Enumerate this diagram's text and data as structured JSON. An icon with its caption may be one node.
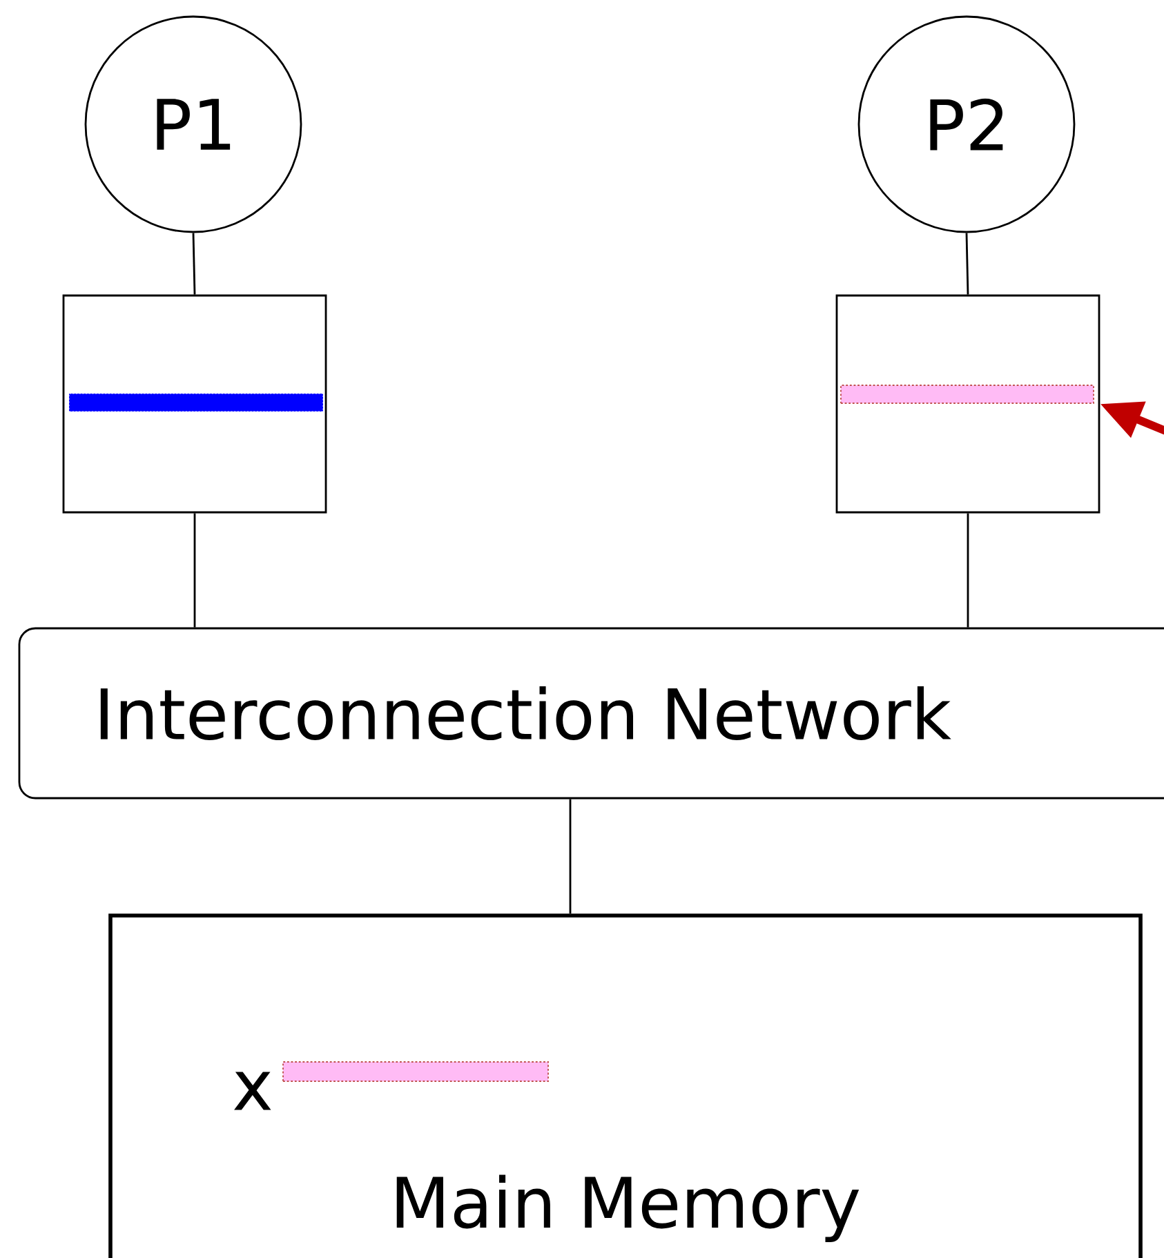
{
  "diagram": {
    "nodes": [
      {
        "text": [
          "P1"
        ]
      },
      {
        "text": [
          "P2"
        ]
      },
      {
        "text": [],
        "shape": "box"
      },
      {
        "text": [],
        "shape": "box"
      },
      {
        "text": [
          "Interconnection Network"
        ]
      },
      {
        "text": [
          "Main Memory"
        ]
      },
      {
        "text": [],
        "shape": "bar",
        "in": 2
      },
      {
        "text": [],
        "shape": "bar",
        "in": 3
      },
      {
        "text": [],
        "shape": "bar",
        "in": 5
      }
    ],
    "edges": [
      {
        "from": 0,
        "to": 2,
        "arrow": "none"
      },
      {
        "from": 1,
        "to": 3,
        "arrow": "none"
      },
      {
        "from": 2,
        "to": 4,
        "arrow": "none"
      },
      {
        "from": 3,
        "to": 4,
        "arrow": "none"
      },
      {
        "from": 4,
        "to": 5,
        "arrow": "none"
      },
      {
        "from": null,
        "to": 3,
        "arrow": "to",
        "style": "thick",
        "color": "#c00000"
      }
    ],
    "labels": [
      "x"
    ]
  }
}
